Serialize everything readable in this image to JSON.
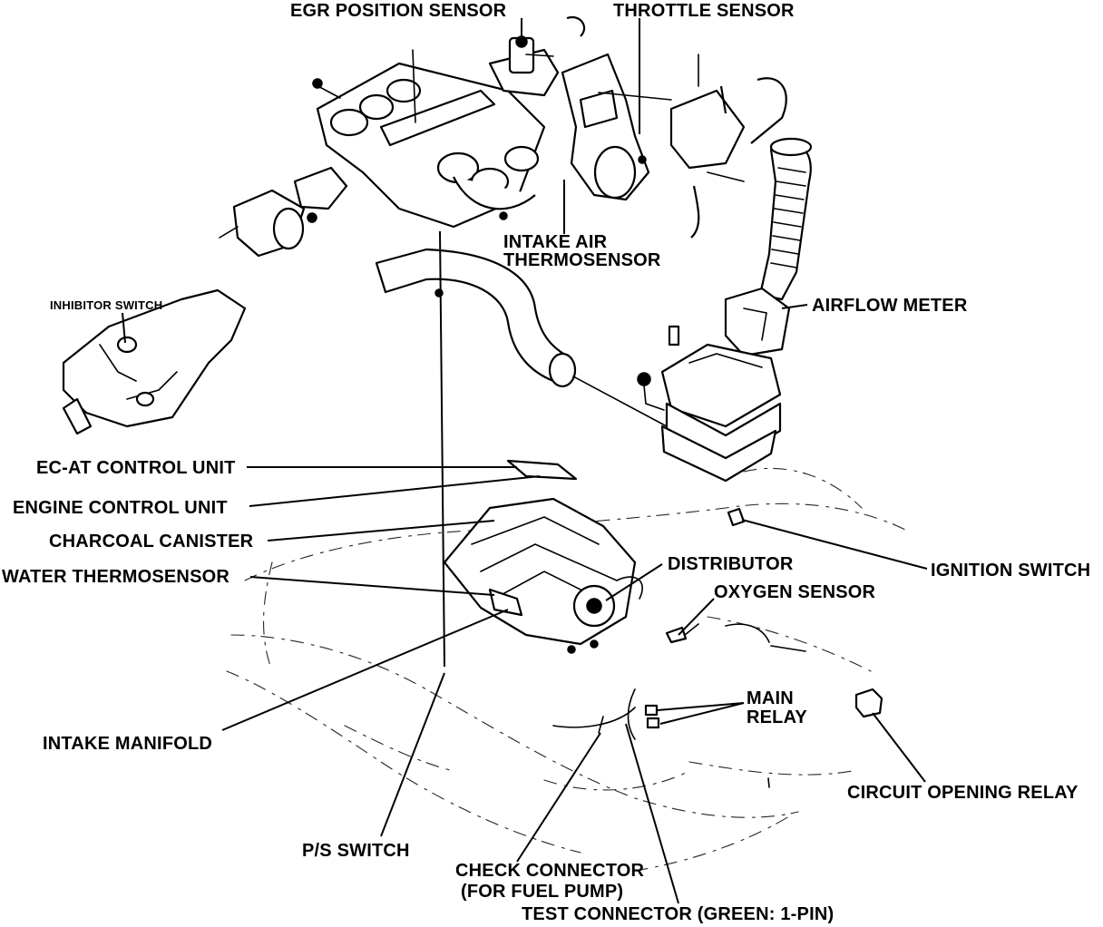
{
  "diagram": {
    "labels": {
      "egr_position_sensor": "EGR POSITION SENSOR",
      "throttle_sensor": "THROTTLE SENSOR",
      "intake_air_thermosensor_1": "INTAKE AIR",
      "intake_air_thermosensor_2": "THERMOSENSOR",
      "airflow_meter": "AIRFLOW METER",
      "inhibitor_switch": "INHIBITOR SWITCH",
      "ec_at_control_unit": "EC-AT CONTROL UNIT",
      "engine_control_unit": "ENGINE CONTROL UNIT",
      "charcoal_canister": "CHARCOAL CANISTER",
      "water_thermosensor": "WATER THERMOSENSOR",
      "distributor": "DISTRIBUTOR",
      "ignition_switch": "IGNITION SWITCH",
      "oxygen_sensor": "OXYGEN SENSOR",
      "main_relay_1": "MAIN",
      "main_relay_2": "RELAY",
      "intake_manifold": "INTAKE MANIFOLD",
      "circuit_opening_relay": "CIRCUIT OPENING RELAY",
      "ps_switch": "P/S SWITCH",
      "check_connector_1": "CHECK CONNECTOR",
      "check_connector_2": "(FOR FUEL PUMP)",
      "test_connector": "TEST CONNECTOR (GREEN: 1-PIN)"
    }
  }
}
